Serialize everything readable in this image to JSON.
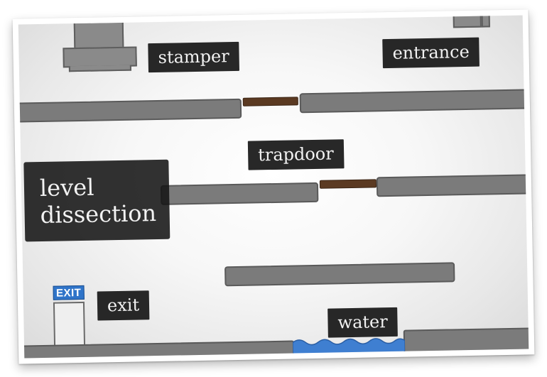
{
  "labels": {
    "stamper": "stamper",
    "entrance": "entrance",
    "trapdoor": "trapdoor",
    "exit": "exit",
    "water": "water"
  },
  "title": {
    "line1": "level",
    "line2": "dissection"
  },
  "exit_sign": "EXIT",
  "colors": {
    "platform": "#7b7b7b",
    "platform_border": "#5a5a5a",
    "trapdoor": "#5b3a22",
    "water": "#3f7fd1",
    "exit_sign": "#2f74c9",
    "label_bg": "#161616"
  }
}
